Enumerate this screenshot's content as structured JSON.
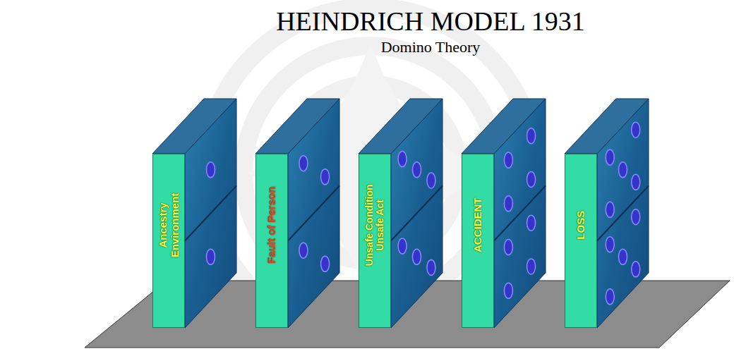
{
  "diagram": {
    "title": "HEINDRICH MODEL 1931",
    "nodes": [
      {
        "text": [
          "Ancestry Environment"
        ]
      },
      {
        "text": [
          "Fault of Person"
        ]
      },
      {
        "text": [
          "Unsafe Condition Unsafe Act"
        ]
      },
      {
        "text": [
          "ACCIDENT"
        ]
      },
      {
        "text": [
          "LOSS"
        ]
      }
    ],
    "labels": [
      "Domino Theory"
    ]
  }
}
